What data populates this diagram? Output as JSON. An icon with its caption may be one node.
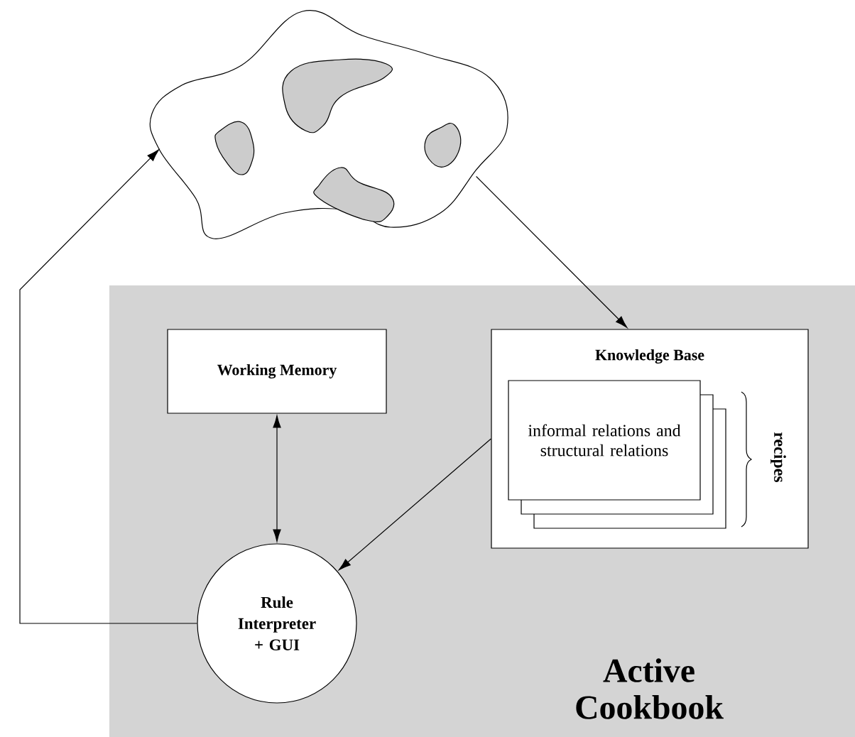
{
  "diagram": {
    "nodes": [
      {
        "text": [
          "Active Cookbook"
        ]
      },
      {
        "text": [],
        "shape": "cloud"
      },
      {
        "text": [
          "Working Memory"
        ],
        "in": 0
      },
      {
        "text": [
          "Knowledge Base"
        ],
        "in": 0
      },
      {
        "text": [
          "informal relations and structural relations"
        ],
        "in": 3,
        "beside": [
          "recipes"
        ]
      },
      {
        "text": [
          "Rule Interpreter + GUI"
        ],
        "in": 0
      }
    ],
    "edges": [
      {
        "from": 1,
        "to": 3,
        "arrow": "to"
      },
      {
        "from": 2,
        "to": 5,
        "arrow": "both"
      },
      {
        "from": 3,
        "to": 5,
        "arrow": "to"
      },
      {
        "from": 5,
        "to": 1,
        "arrow": "to"
      }
    ]
  }
}
